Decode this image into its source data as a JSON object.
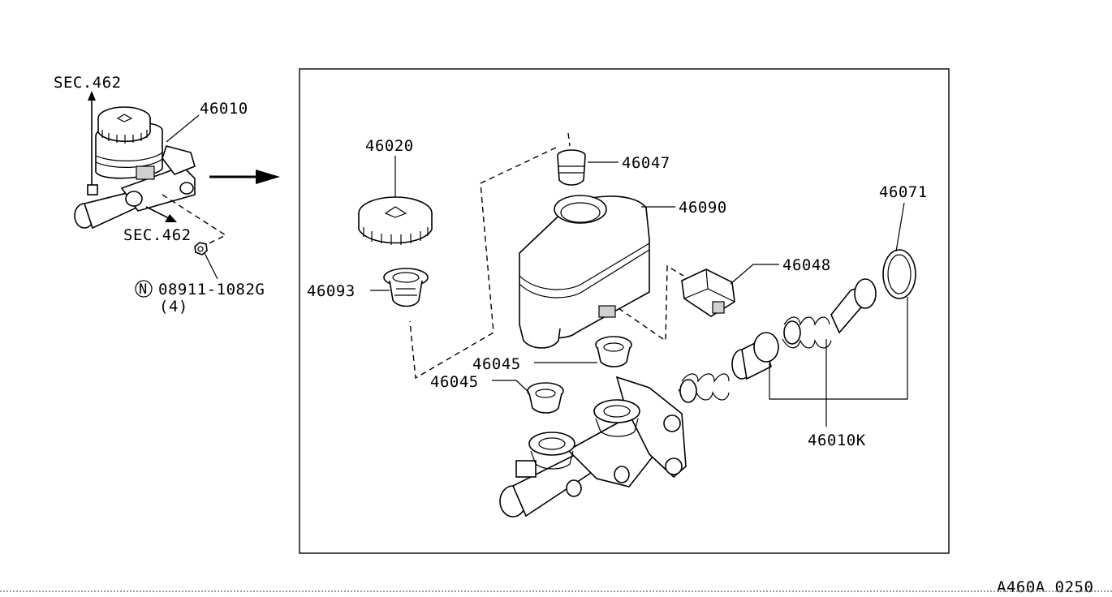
{
  "labels": {
    "sec_top": "SEC.462",
    "sec_bottom": "SEC.462",
    "assembly": "46010",
    "nut_symbol": "N",
    "nut_part": "08911-1082G",
    "nut_qty": "(4)",
    "cap": "46020",
    "strainer": "46093",
    "plug": "46047",
    "reservoir": "46090",
    "connector": "46048",
    "grommet_a": "46045",
    "grommet_b": "46045",
    "seal": "46071",
    "piston_kit": "46010K",
    "diagram_code": "A460A 0250"
  }
}
